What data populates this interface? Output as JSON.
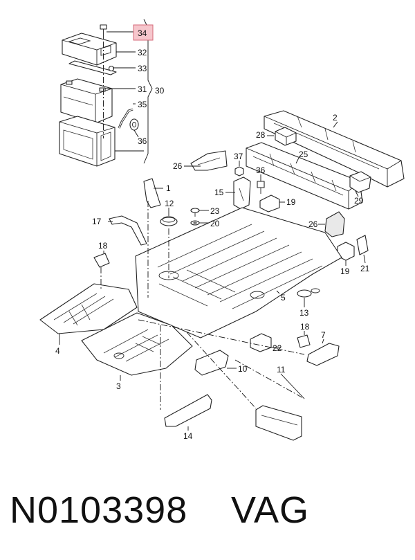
{
  "labels": {
    "c1": "1",
    "c2": "2",
    "c3": "3",
    "c4": "4",
    "c5": "5",
    "c7": "7",
    "c10": "10",
    "c11": "11",
    "c12": "12",
    "c13": "13",
    "c14": "14",
    "c15": "15",
    "c17": "17",
    "c18a": "18",
    "c18b": "18",
    "c19a": "19",
    "c19b": "19",
    "c20": "20",
    "c21": "21",
    "c22": "22",
    "c23": "23",
    "c25": "25",
    "c26a": "26",
    "c26b": "26",
    "c28": "28",
    "c29": "29",
    "c30": "30",
    "c31": "31",
    "c32": "32",
    "c33": "33",
    "c34": "34",
    "c35": "35",
    "c36a": "36",
    "c36b": "36",
    "c37": "37"
  },
  "highlighted_callout": "34",
  "colors": {
    "highlight_fill": "#f6c6cc",
    "highlight_stroke": "#d46a78",
    "line": "#222222"
  },
  "footer": {
    "part_number": "N0103398",
    "brand": "VAG"
  }
}
